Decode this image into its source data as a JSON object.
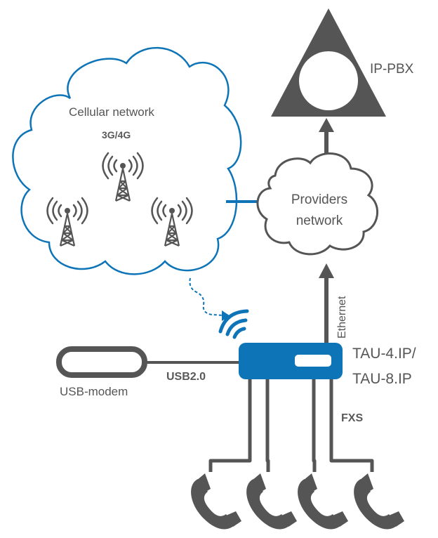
{
  "labels": {
    "ip_pbx": "IP-PBX",
    "cellular_network": "Cellular network",
    "generation": "3G/4G",
    "providers_network_line1": "Providers",
    "providers_network_line2": "network",
    "ethernet": "Ethernet",
    "device_line1": "TAU-4.IP/",
    "device_line2": "TAU-8.IP",
    "usb": "USB2.0",
    "usb_modem": "USB-modem",
    "fxs": "FXS"
  },
  "colors": {
    "accent_blue": "#0e74b8",
    "dark_gray": "#555555",
    "text_gray": "#555555",
    "background": "#ffffff"
  },
  "icons": [
    "ip-pbx-triangle-icon",
    "cell-tower-icon",
    "wireless-signal-icon",
    "telephone-handset-icon",
    "usb-modem-icon",
    "router-device-icon"
  ]
}
